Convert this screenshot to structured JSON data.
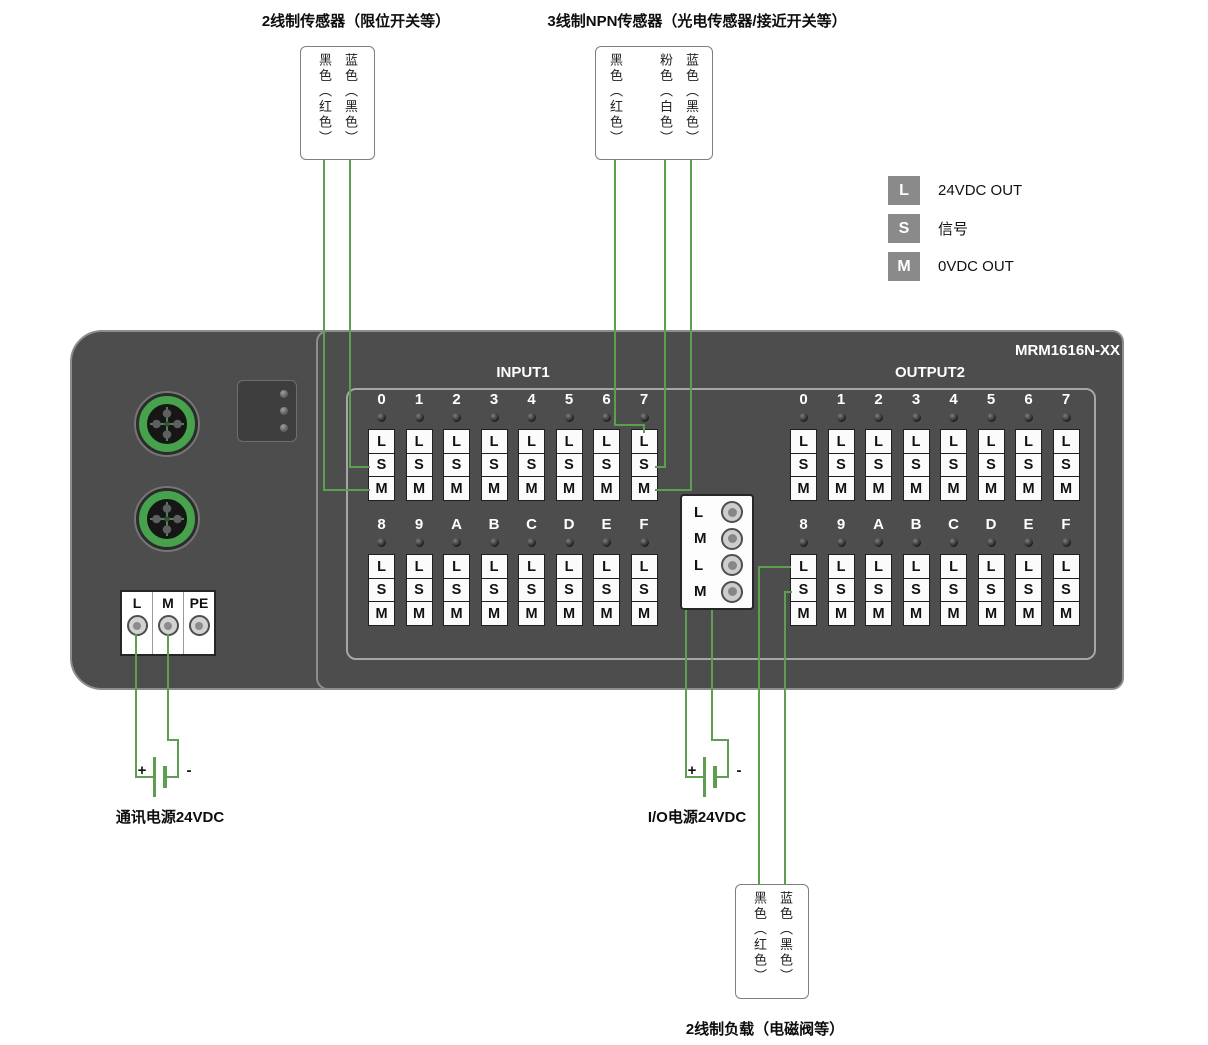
{
  "titles": {
    "sensor2": "2线制传感器（限位开关等）",
    "sensor3": "3线制NPN传感器（光电传感器/接近开关等）",
    "load2": "2线制负载（电磁阀等）",
    "comm_power": "通讯电源24VDC",
    "io_power": "I/O电源24VDC"
  },
  "device": {
    "model": "MRM1616N-XX",
    "input_label": "INPUT1",
    "output_label": "OUTPUT2"
  },
  "legend": [
    {
      "key": "L",
      "label": "24VDC OUT"
    },
    {
      "key": "S",
      "label": "信号"
    },
    {
      "key": "M",
      "label": "0VDC OUT"
    }
  ],
  "wire_labels": {
    "sensor2": [
      "黑色（红色）",
      "蓝色（黑色）"
    ],
    "sensor3": [
      "黑色（红色）",
      "粉色（白色）",
      "蓝色（黑色）"
    ],
    "load2": [
      "黑色（红色）",
      "蓝色（黑色）"
    ]
  },
  "power_terminal": [
    "L",
    "M",
    "PE"
  ],
  "io_connector": [
    "L",
    "M",
    "L",
    "M"
  ],
  "channels": {
    "row1": [
      "0",
      "1",
      "2",
      "3",
      "4",
      "5",
      "6",
      "7"
    ],
    "row2": [
      "8",
      "9",
      "A",
      "B",
      "C",
      "D",
      "E",
      "F"
    ],
    "terminal": [
      "L",
      "S",
      "M"
    ]
  },
  "battery": {
    "plus": "+",
    "minus": "-"
  },
  "colors": {
    "wire": "#5d9e52",
    "body": "#4d4d4d",
    "panel_border": "#8d8d8d",
    "inner_border": "#a6a6a6",
    "terminal_border": "#1f1f1f",
    "legend_square": "#8a8a8a",
    "m12_green": "#46a24c"
  }
}
